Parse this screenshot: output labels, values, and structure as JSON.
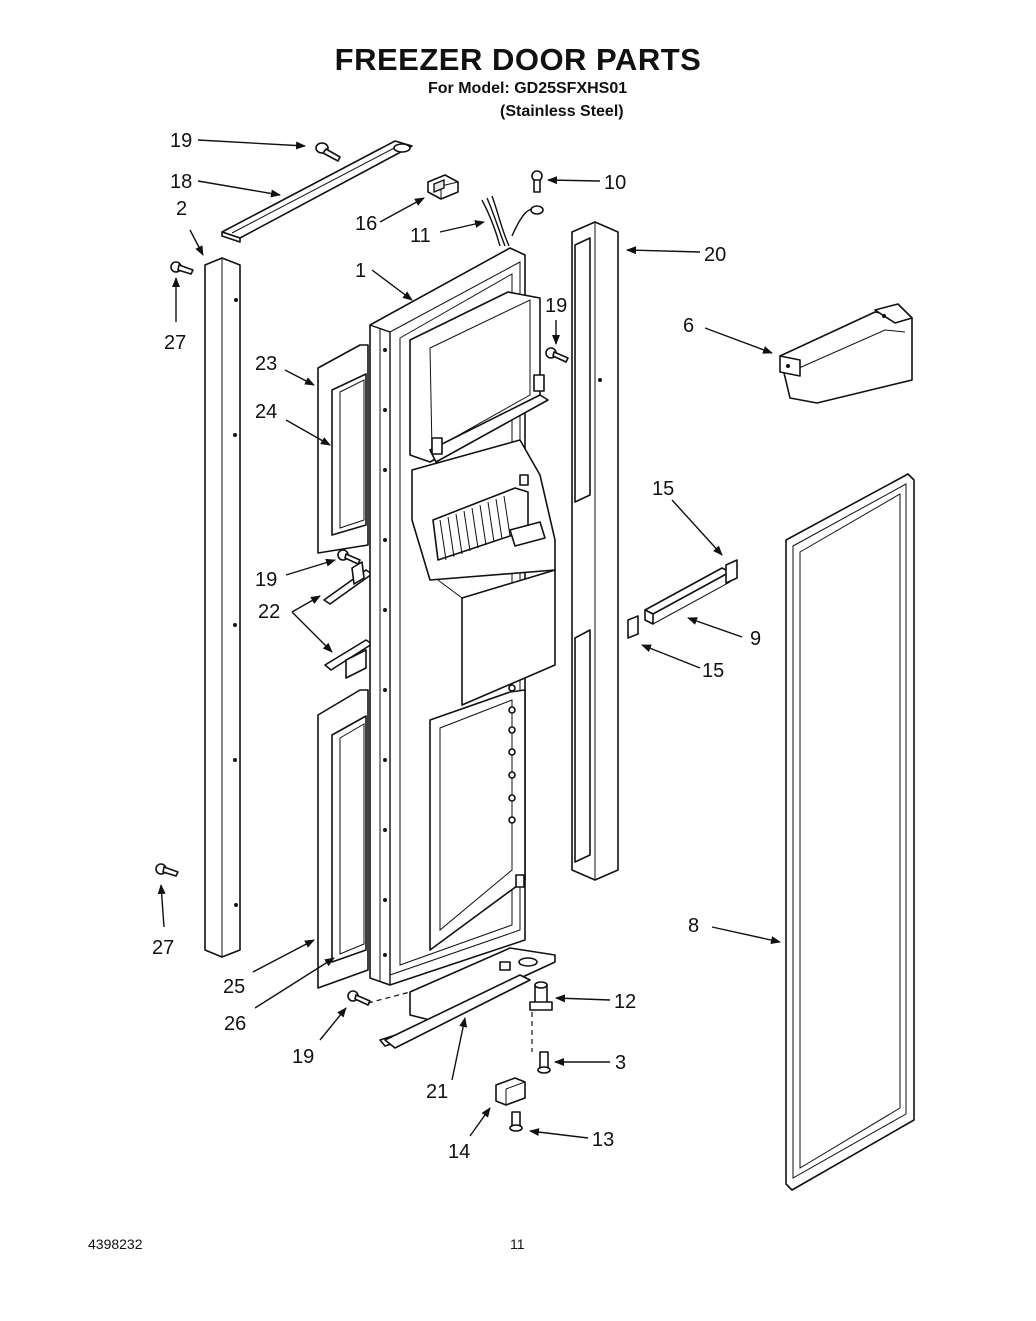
{
  "header": {
    "title": "FREEZER DOOR PARTS",
    "model_line": "For Model: GD25SFXHS01",
    "finish_line": "(Stainless Steel)"
  },
  "footer": {
    "doc_number": "4398232",
    "page_number": "11"
  },
  "callouts": {
    "c1": "1",
    "c2": "2",
    "c3": "3",
    "c6": "6",
    "c8": "8",
    "c9": "9",
    "c10": "10",
    "c11": "11",
    "c12": "12",
    "c13": "13",
    "c14": "14",
    "c15a": "15",
    "c15b": "15",
    "c16": "16",
    "c18": "18",
    "c19a": "19",
    "c19b": "19",
    "c19c": "19",
    "c19d": "19",
    "c20": "20",
    "c21": "21",
    "c22": "22",
    "c23": "23",
    "c24": "24",
    "c25": "25",
    "c26": "26",
    "c27a": "27",
    "c27b": "27"
  }
}
